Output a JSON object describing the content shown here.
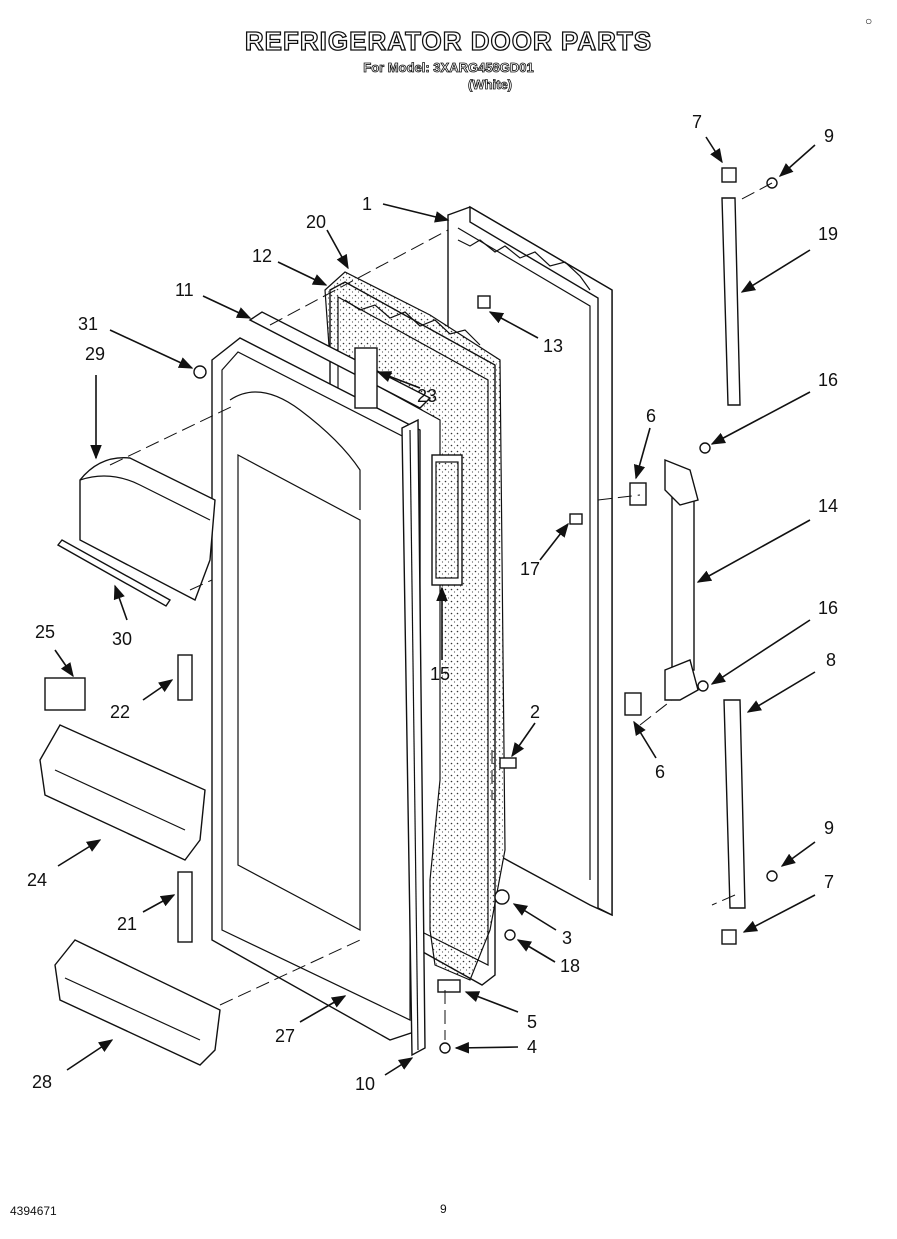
{
  "header": {
    "title": "REFRIGERATOR DOOR PARTS",
    "model_line": "For Model: 3XARG458GD01",
    "color_line": "(White)"
  },
  "footer": {
    "doc_number": "4394671",
    "page_number": "9",
    "corner_mark": "○"
  },
  "callouts": {
    "c1": "1",
    "c2": "2",
    "c3": "3",
    "c4": "4",
    "c5": "5",
    "c6a": "6",
    "c6b": "6",
    "c7a": "7",
    "c7b": "7",
    "c8": "8",
    "c9a": "9",
    "c9b": "9",
    "c10": "10",
    "c11": "11",
    "c12": "12",
    "c13": "13",
    "c14": "14",
    "c15": "15",
    "c16a": "16",
    "c16b": "16",
    "c17": "17",
    "c18": "18",
    "c19": "19",
    "c20": "20",
    "c21": "21",
    "c22": "22",
    "c23": "23",
    "c24": "24",
    "c25": "25",
    "c27": "27",
    "c28": "28",
    "c29": "29",
    "c30": "30",
    "c31": "31"
  }
}
